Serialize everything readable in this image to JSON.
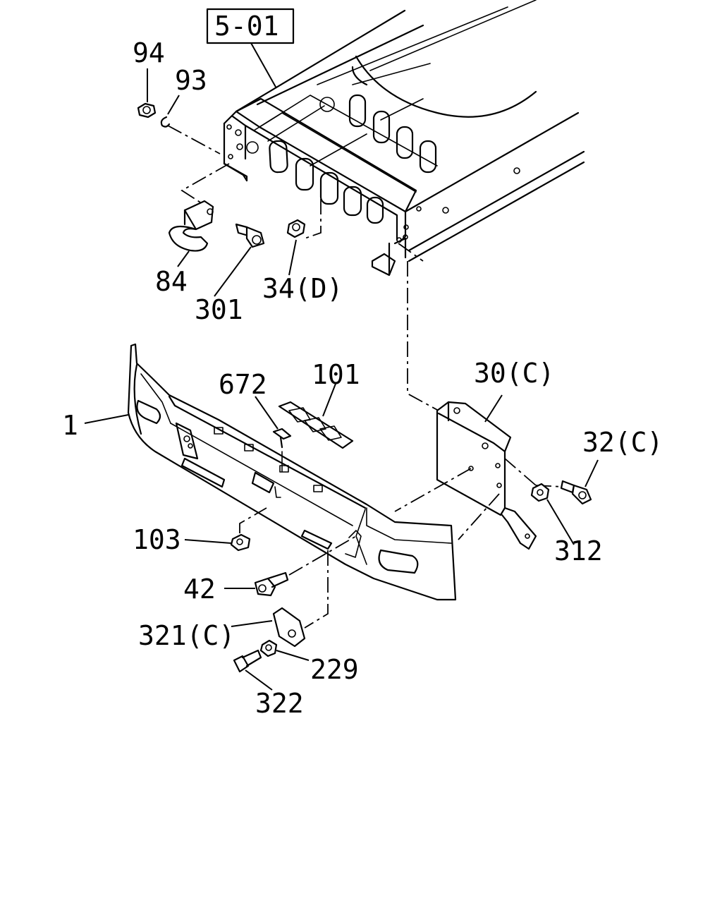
{
  "reference_box": "5-01",
  "callouts": [
    {
      "id": "94",
      "text": "94"
    },
    {
      "id": "93",
      "text": "93"
    },
    {
      "id": "84",
      "text": "84"
    },
    {
      "id": "301",
      "text": "301"
    },
    {
      "id": "34D",
      "text": "34(D)"
    },
    {
      "id": "672",
      "text": "672"
    },
    {
      "id": "101",
      "text": "101"
    },
    {
      "id": "30C",
      "text": "30(C)"
    },
    {
      "id": "1",
      "text": "1"
    },
    {
      "id": "32C",
      "text": "32(C)"
    },
    {
      "id": "103",
      "text": "103"
    },
    {
      "id": "312",
      "text": "312"
    },
    {
      "id": "42",
      "text": "42"
    },
    {
      "id": "321C",
      "text": "321(C)"
    },
    {
      "id": "229",
      "text": "229"
    },
    {
      "id": "322",
      "text": "322"
    }
  ]
}
